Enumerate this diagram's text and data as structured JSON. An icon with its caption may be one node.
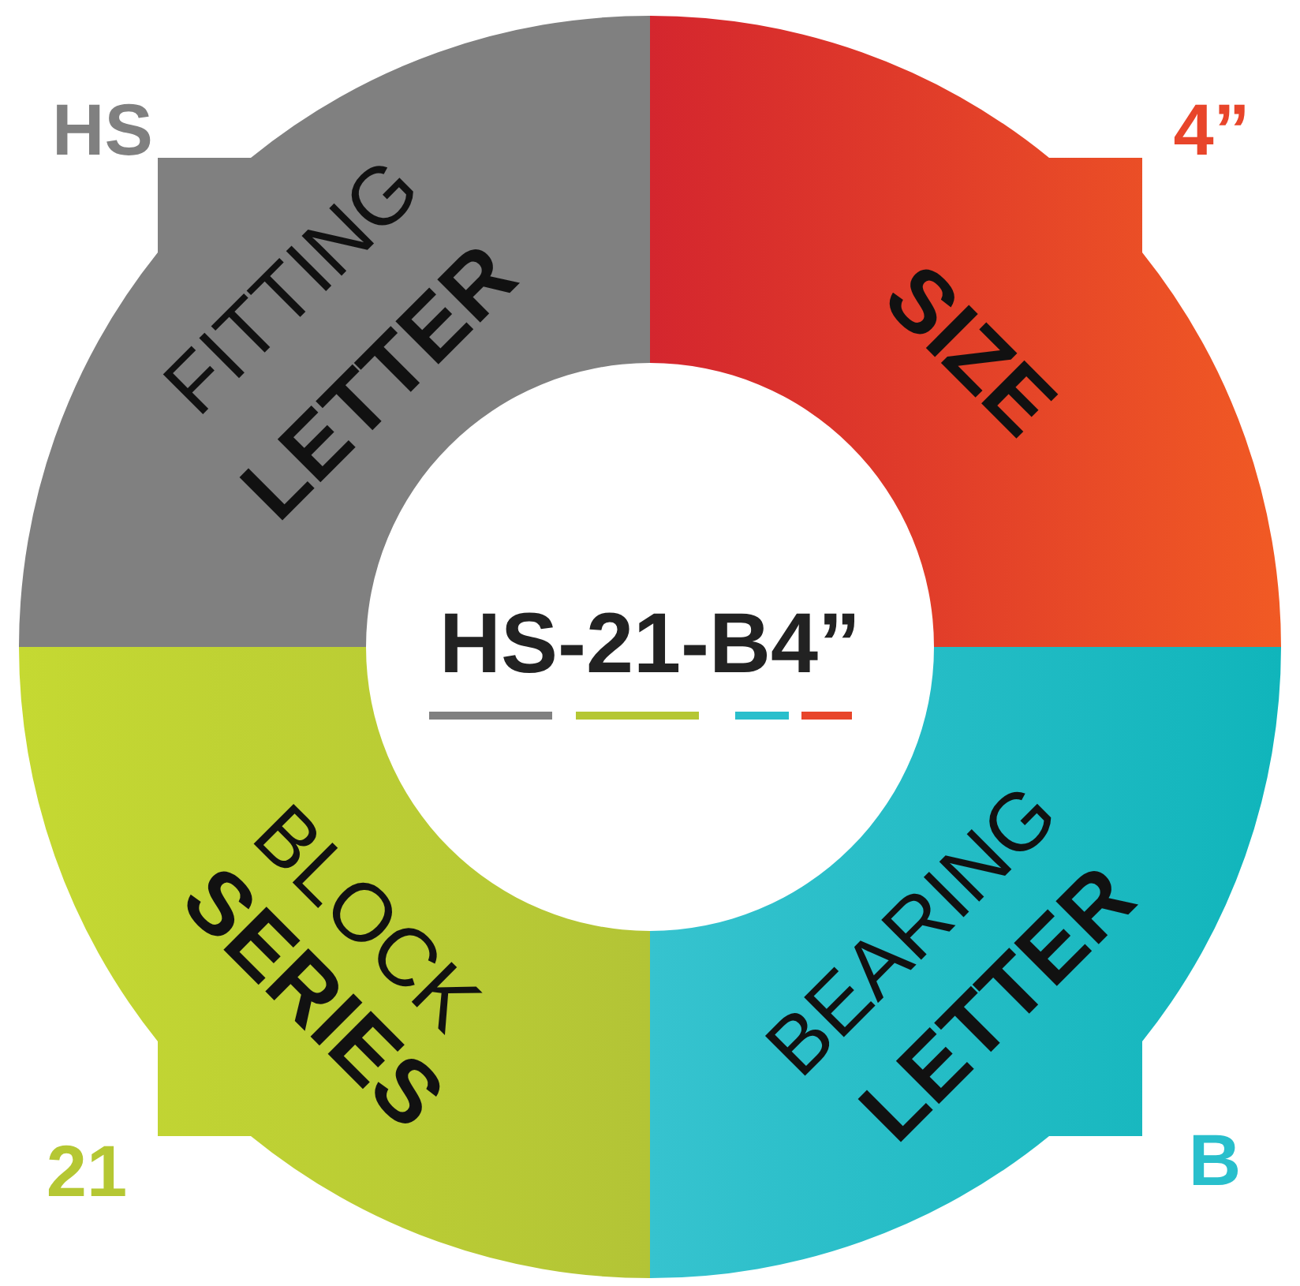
{
  "diagram": {
    "nodes": [
      {
        "text": [
          "FITTING",
          "LETTER"
        ],
        "beside": [
          "HS"
        ]
      },
      {
        "text": [
          "SIZE"
        ],
        "beside": [
          "4”"
        ]
      },
      {
        "text": [
          "BLOCK",
          "SERIES"
        ],
        "beside": [
          "21"
        ]
      },
      {
        "text": [
          "BEARING",
          "LETTER"
        ],
        "beside": [
          "B"
        ]
      },
      {
        "text": [
          "HS-21-B4”"
        ]
      }
    ]
  }
}
